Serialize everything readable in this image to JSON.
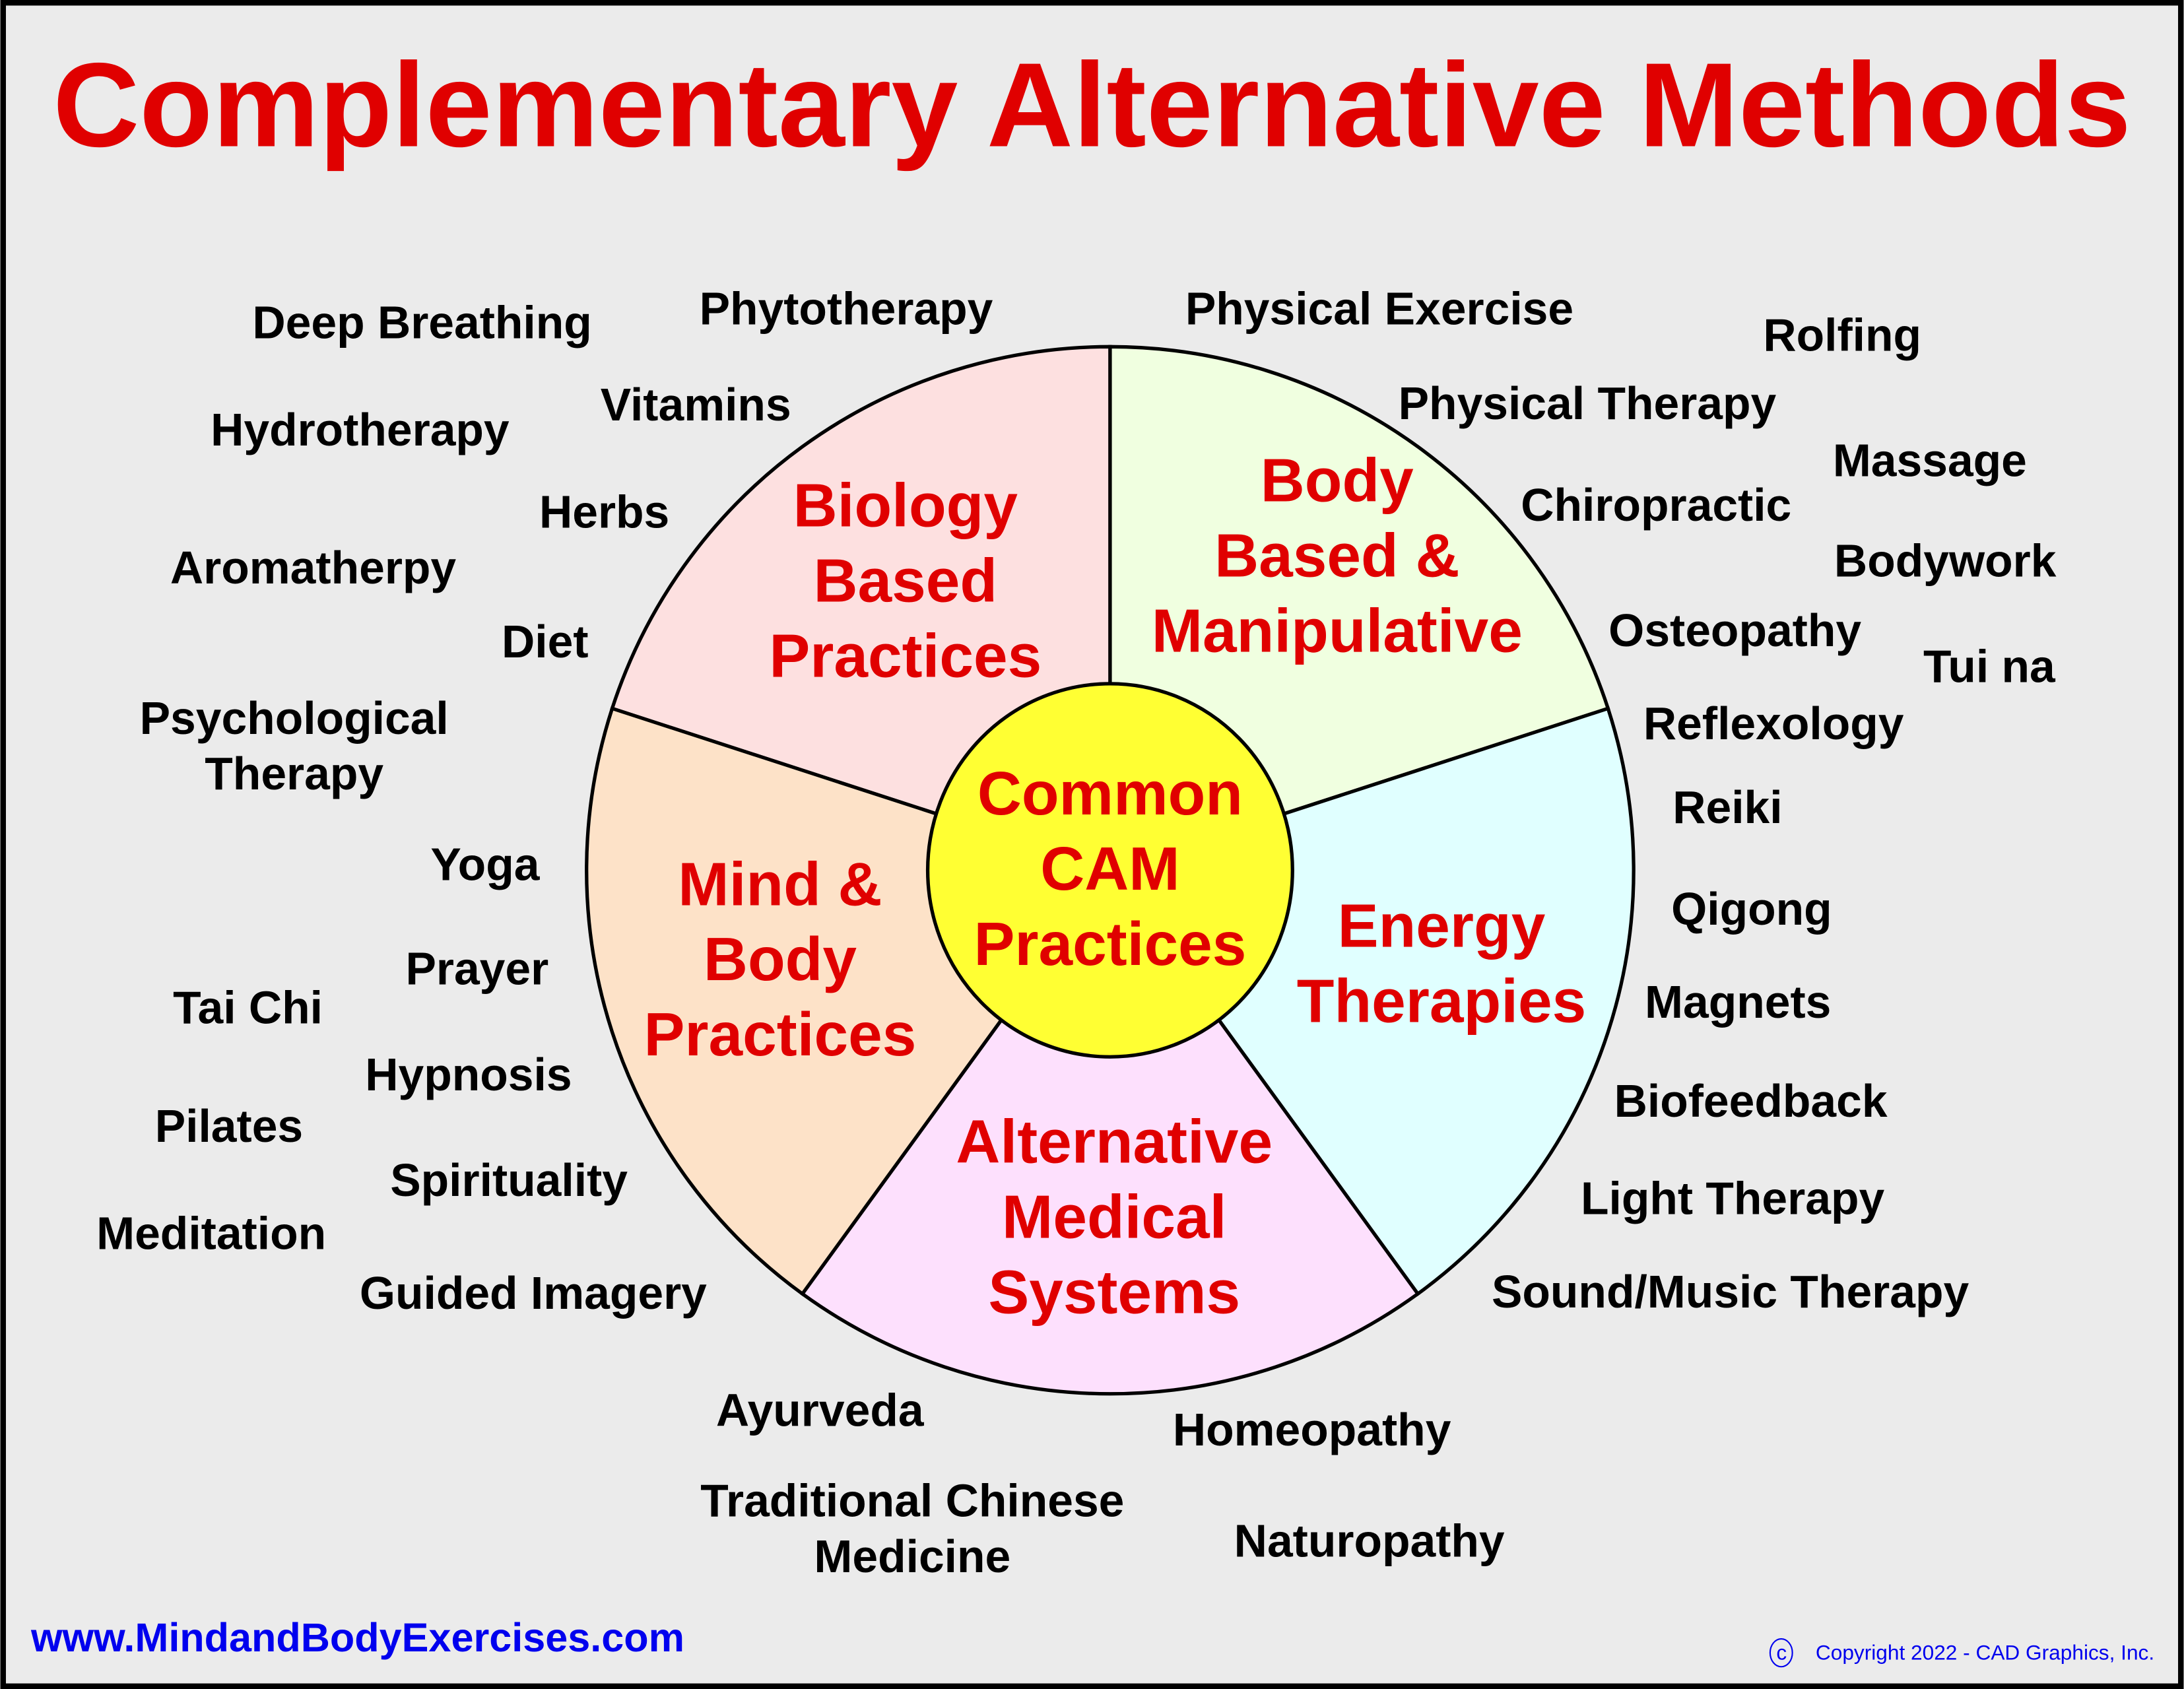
{
  "title": "Complementary Alternative Methods",
  "center": {
    "lines": [
      "Common",
      "CAM",
      "Practices"
    ],
    "color": "#ffff33"
  },
  "categories": {
    "biology": {
      "lines": [
        "Biology",
        "Based",
        "Practices"
      ],
      "color": "#fde0e0"
    },
    "body": {
      "lines": [
        "Body",
        "Based &",
        "Manipulative"
      ],
      "color": "#f0ffe0"
    },
    "energy": {
      "lines": [
        "Energy",
        "Therapies"
      ],
      "color": "#e0ffff"
    },
    "alternative": {
      "lines": [
        "Alternative",
        "Medical",
        "Systems"
      ],
      "color": "#fde0fd"
    },
    "mind": {
      "lines": [
        "Mind &",
        "Body",
        "Practices"
      ],
      "color": "#fde2c8"
    }
  },
  "items": {
    "biology": [
      "Deep Breathing",
      "Phytotherapy",
      "Hydrotherapy",
      "Vitamins",
      "Herbs",
      "Aromatherpy",
      "Diet"
    ],
    "body": [
      "Physical Exercise",
      "Rolfing",
      "Physical Therapy",
      "Massage",
      "Chiropractic",
      "Bodywork",
      "Osteopathy",
      "Tui na"
    ],
    "energy": [
      "Reflexology",
      "Reiki",
      "Qigong",
      "Magnets",
      "Biofeedback",
      "Light Therapy",
      "Sound/Music Therapy"
    ],
    "mind": [
      "Psychological",
      "Therapy",
      "Yoga",
      "Prayer",
      "Tai Chi",
      "Hypnosis",
      "Pilates",
      "Spirituality",
      "Meditation",
      "Guided Imagery"
    ],
    "alternative": [
      "Ayurveda",
      "Homeopathy",
      "Traditional Chinese",
      "Medicine",
      "Naturopathy"
    ]
  },
  "footer": {
    "url": "www.MindandBodyExercises.com",
    "copyright_symbol": "c",
    "copyright": "Copyright 2022 - CAD Graphics, Inc."
  },
  "colors": {
    "title": "#e00000",
    "link": "#0000ee",
    "background": "#ebebeb"
  }
}
